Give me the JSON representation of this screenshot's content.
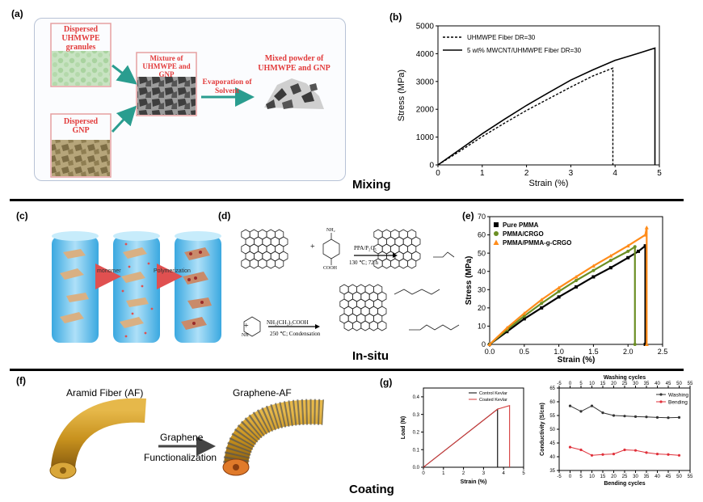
{
  "panels": {
    "a": "(a)",
    "b": "(b)",
    "c": "(c)",
    "d": "(d)",
    "e": "(e)",
    "f": "(f)",
    "g": "(g)"
  },
  "sections": {
    "mixing": "Mixing",
    "insitu": "In-situ",
    "coating": "Coating"
  },
  "panel_a": {
    "beaker1": [
      "Dispersed",
      "UHMWPE",
      "granules"
    ],
    "beaker2": [
      "Dispersed",
      "GNP"
    ],
    "mixture": [
      "Mixture of",
      "UHMWPE and",
      "GNP"
    ],
    "evaporation": [
      "Evaporation of",
      "Solvent"
    ],
    "mixed_powder": [
      "Mixed powder of",
      "UHMWPE and GNP"
    ]
  },
  "panel_c": {
    "monomer": "monomer",
    "polymerization": "Polymerization"
  },
  "panel_d": {
    "reagent1": "PPA/P₂O₅",
    "cond1": "130 ℃; 72 h",
    "reagent2": "NH₂(CH₂)₅COOH",
    "cond2": "250 ℃; Condensation",
    "nh2": "NH₂",
    "cooh": "COOH",
    "nh": "NH",
    "plus": "+"
  },
  "panel_f": {
    "af_label": "Aramid Fiber (AF)",
    "gaf_label": "Graphene-AF",
    "graphene": "Graphene",
    "functionalization": "Functionalization"
  },
  "colors": {
    "red_text": "#e23b3b",
    "teal_arrow": "#2a9d8f",
    "pure_pmma": "#000000",
    "pmma_crgo": "#6b8e23",
    "pmma_g_crgo": "#ff8c1a",
    "washing": "#333333",
    "bending": "#e0303a"
  },
  "chart_data": [
    {
      "id": "b",
      "type": "line",
      "xlabel": "Strain (%)",
      "ylabel": "Stress (MPa)",
      "xlim": [
        0,
        5
      ],
      "ylim": [
        0,
        5000
      ],
      "xticks": [
        0,
        1,
        2,
        3,
        4,
        5
      ],
      "yticks": [
        0,
        1000,
        2000,
        3000,
        4000,
        5000
      ],
      "legend": "top-left",
      "series": [
        {
          "name": "UHMWPE Fiber DR=30",
          "style": "dashed",
          "x": [
            0,
            0.5,
            1,
            1.5,
            2,
            2.5,
            3,
            3.5,
            3.95,
            3.95
          ],
          "y": [
            0,
            500,
            1020,
            1500,
            1960,
            2380,
            2800,
            3200,
            3480,
            0
          ]
        },
        {
          "name": "5 wt% MWCNT/UHMWPE Fiber DR=30",
          "style": "solid",
          "x": [
            0,
            0.5,
            1,
            1.5,
            2,
            2.5,
            3,
            3.5,
            4,
            4.5,
            4.9,
            4.9
          ],
          "y": [
            0,
            560,
            1120,
            1640,
            2140,
            2600,
            3050,
            3420,
            3760,
            4000,
            4200,
            0
          ]
        }
      ]
    },
    {
      "id": "e",
      "type": "line",
      "xlabel": "Strain (%)",
      "ylabel": "Stress (MPa)",
      "xlim": [
        0,
        2.5
      ],
      "ylim": [
        0,
        70
      ],
      "xticks": [
        0.0,
        0.5,
        1.0,
        1.5,
        2.0,
        2.5
      ],
      "yticks": [
        0,
        10,
        20,
        30,
        40,
        50,
        60,
        70
      ],
      "legend": "top-left",
      "series": [
        {
          "name": "Pure PMMA",
          "marker": "square",
          "x": [
            0,
            0.25,
            0.5,
            0.75,
            1.0,
            1.25,
            1.5,
            1.75,
            2.0,
            2.15,
            2.25,
            2.25
          ],
          "y": [
            0,
            7,
            14,
            20,
            26,
            31.5,
            37,
            42,
            47.5,
            51,
            54,
            0
          ]
        },
        {
          "name": "PMMA/CRGO",
          "marker": "circle",
          "x": [
            0,
            0.25,
            0.5,
            0.75,
            1.0,
            1.25,
            1.5,
            1.75,
            2.0,
            2.1,
            2.1
          ],
          "y": [
            0,
            8,
            15.5,
            22.5,
            29,
            35,
            40.5,
            46,
            51,
            53.5,
            0
          ]
        },
        {
          "name": "PMMA/PMMA-g-CRGO",
          "marker": "triangle",
          "x": [
            0,
            0.25,
            0.5,
            0.75,
            1.0,
            1.25,
            1.5,
            1.75,
            2.0,
            2.25,
            2.27,
            2.27
          ],
          "y": [
            0,
            9,
            17,
            24.5,
            31,
            37,
            43,
            48.5,
            54,
            60,
            64,
            0
          ]
        }
      ]
    },
    {
      "id": "g1",
      "type": "line",
      "xlabel": "Strain (%)",
      "ylabel": "Load (N)",
      "xlim": [
        0,
        5
      ],
      "ylim": [
        0,
        0.45
      ],
      "xticks": [
        0,
        1,
        2,
        3,
        4,
        5
      ],
      "yticks": [
        0.0,
        0.1,
        0.2,
        0.3,
        0.4
      ],
      "legend": "top-right",
      "series": [
        {
          "name": "Control Kevlar",
          "x": [
            0,
            3.7,
            3.7
          ],
          "y": [
            0,
            0.33,
            0
          ]
        },
        {
          "name": "Coated Kevlar",
          "x": [
            0,
            3.7,
            4.3,
            4.3
          ],
          "y": [
            0,
            0.33,
            0.35,
            0
          ]
        }
      ]
    },
    {
      "id": "g2",
      "type": "line",
      "top_xlabel": "Washing cycles",
      "xlabel": "Bending cycles",
      "ylabel": "Conductivity (S/cm)",
      "xlim": [
        -5,
        55
      ],
      "ylim": [
        35,
        65
      ],
      "xticks": [
        -5,
        0,
        5,
        10,
        15,
        20,
        25,
        30,
        35,
        40,
        45,
        50,
        55
      ],
      "yticks": [
        35,
        40,
        45,
        50,
        55,
        60,
        65
      ],
      "legend": "top-right",
      "series": [
        {
          "name": "Washing",
          "x": [
            0,
            5,
            10,
            15,
            20,
            25,
            30,
            35,
            40,
            45,
            50
          ],
          "y": [
            58.5,
            56.5,
            58.5,
            56,
            55,
            54.8,
            54.6,
            54.5,
            54.3,
            54.2,
            54.3
          ]
        },
        {
          "name": "Bending",
          "x": [
            0,
            5,
            10,
            15,
            20,
            25,
            30,
            35,
            40,
            45,
            50
          ],
          "y": [
            43.5,
            42.5,
            40.5,
            40.8,
            41,
            42.5,
            42.3,
            41.5,
            41,
            40.8,
            40.5
          ]
        }
      ]
    }
  ]
}
